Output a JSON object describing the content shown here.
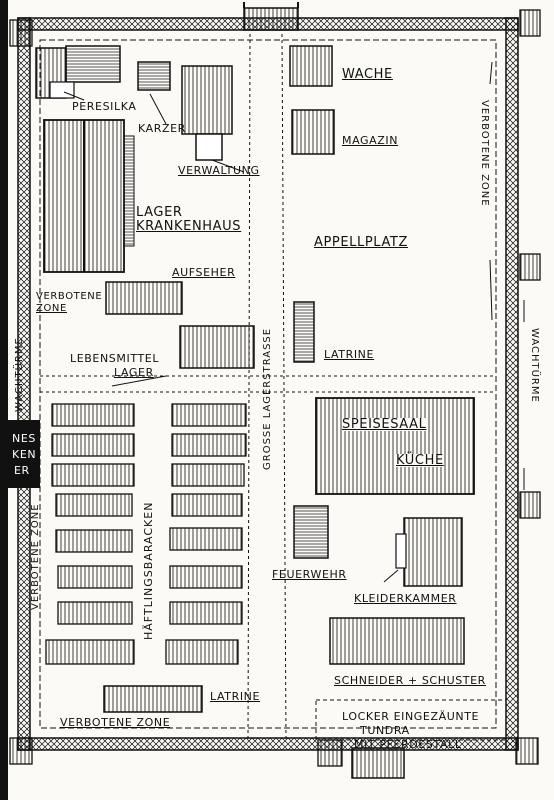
{
  "labels": {
    "peresilka": "PERESILKA",
    "karzer": "KARZER",
    "verwaltung": "VERWALTUNG",
    "wache": "WACHE",
    "magazin": "MAGAZIN",
    "lager_krankenhaus_1": "LAGER",
    "lager_krankenhaus_2": "KRANKENHAUS",
    "appellplatz": "APPELLPLATZ",
    "aufseher": "AUFSEHER",
    "verbotene_zone_left_1": "VERBOTENE",
    "verbotene_zone_left_2": "ZONE",
    "latrine_mid": "LATRINE",
    "lebensmittel_1": "LEBENSMITTEL",
    "lebensmittel_2": "LAGER",
    "speisesaal": "SPEISESAAL",
    "kueche": "KÜCHE",
    "feuerwehr": "FEUERWEHR",
    "kleiderkammer": "KLEIDERKAMMER",
    "schneider_schuster": "SCHNEIDER + SCHUSTER",
    "latrine_bottom": "LATRINE",
    "verbotene_zone_bottom": "VERBOTENE ZONE",
    "tundra_1": "LOCKER EINGEZÄUNTE",
    "tundra_2": "TUNDRA",
    "tundra_3": "MIT PFERDESTALL",
    "left_edge_1": "NES",
    "left_edge_2": "KEN",
    "left_edge_3": "ER"
  },
  "vertical_labels": {
    "grosse_lagerstrasse": "GROSSE LAGERSTRASSE",
    "haeftlingsbaracken": "HÄFTLINGSBARACKEN",
    "verbotene_zone_right": "VERBOTENE ZONE",
    "wachtuerme": "WACHTÜRME",
    "verbotene_zone_left": "VERBOTENE ZONE",
    "wachtuerme_left": "WACHTÜRME"
  },
  "colors": {
    "ink": "#111111",
    "paper": "#fbfaf6"
  }
}
